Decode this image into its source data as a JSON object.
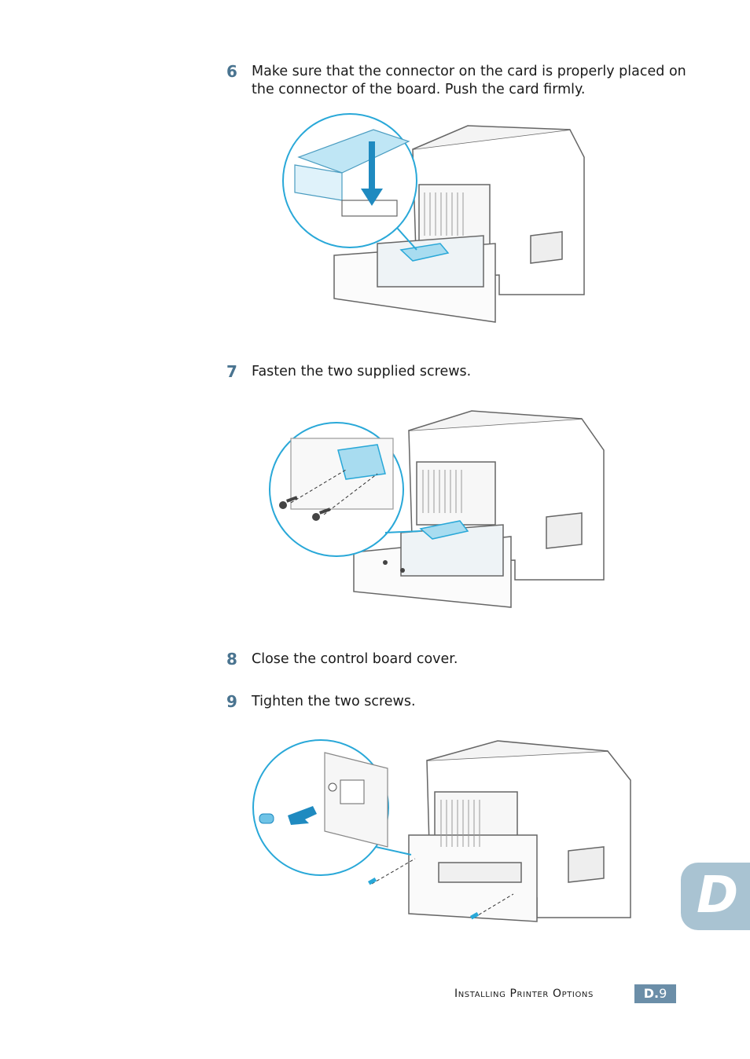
{
  "steps": [
    {
      "number": "6",
      "text": "Make sure that the connector on the card is properly placed on the connector of the board. Push the card firmly."
    },
    {
      "number": "7",
      "text": "Fasten the two supplied screws."
    },
    {
      "number": "8",
      "text": "Close the control board cover."
    },
    {
      "number": "9",
      "text": "Tighten the two screws."
    }
  ],
  "side_tab": {
    "letter": "D"
  },
  "footer": {
    "section_title": "Installing Printer Options",
    "page_prefix": "D.",
    "page_number": "9"
  },
  "colors": {
    "accent": "#4a7490",
    "callout_blue": "#29a8d8",
    "tab": "#a9c3d2",
    "page_badge": "#6b8ea8"
  }
}
